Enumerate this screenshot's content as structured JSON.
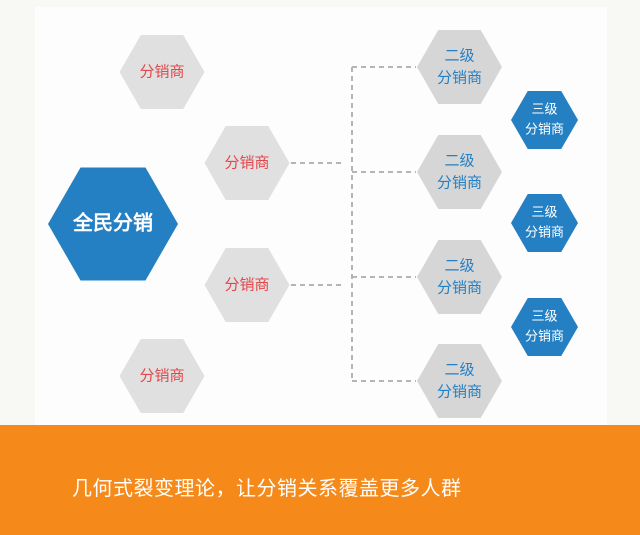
{
  "colors": {
    "blue": "#2580c3",
    "gray": "#e0e0e0",
    "gray2": "#d6d6d6",
    "red": "#e2474b",
    "orange": "#f58a1a",
    "dash": "#b5b5b5"
  },
  "root": {
    "label": "全民分销"
  },
  "level1": [
    {
      "label": "分销商"
    },
    {
      "label": "分销商"
    },
    {
      "label": "分销商"
    },
    {
      "label": "分销商"
    }
  ],
  "level2": [
    {
      "line1": "二级",
      "line2": "分销商"
    },
    {
      "line1": "二级",
      "line2": "分销商"
    },
    {
      "line1": "二级",
      "line2": "分销商"
    },
    {
      "line1": "二级",
      "line2": "分销商"
    }
  ],
  "level3": [
    {
      "line1": "三级",
      "line2": "分销商"
    },
    {
      "line1": "三级",
      "line2": "分销商"
    },
    {
      "line1": "三级",
      "line2": "分销商"
    }
  ],
  "slogan": "几何式裂变理论，让分销关系覆盖更多人群"
}
